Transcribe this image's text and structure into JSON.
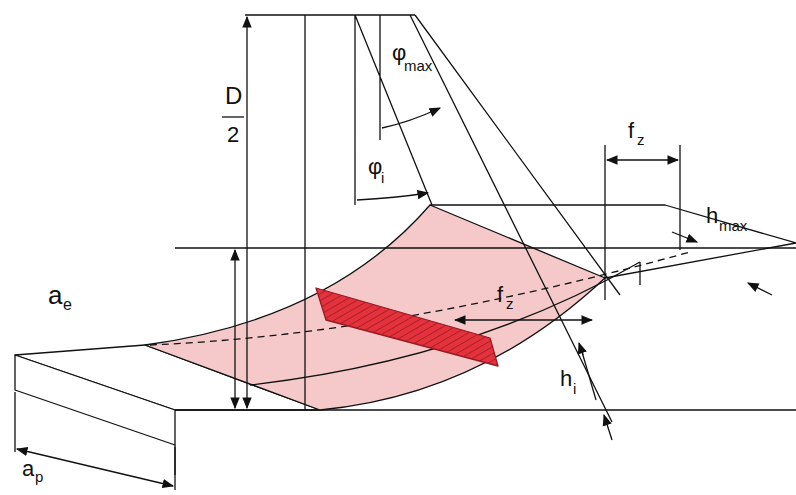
{
  "diagram": {
    "labels": [
      "D",
      "2",
      "a",
      "e",
      "φ",
      "max",
      "φ",
      "i",
      "f",
      "z",
      "f",
      "z",
      "h",
      "max",
      "h",
      "i",
      "a",
      "p"
    ]
  }
}
